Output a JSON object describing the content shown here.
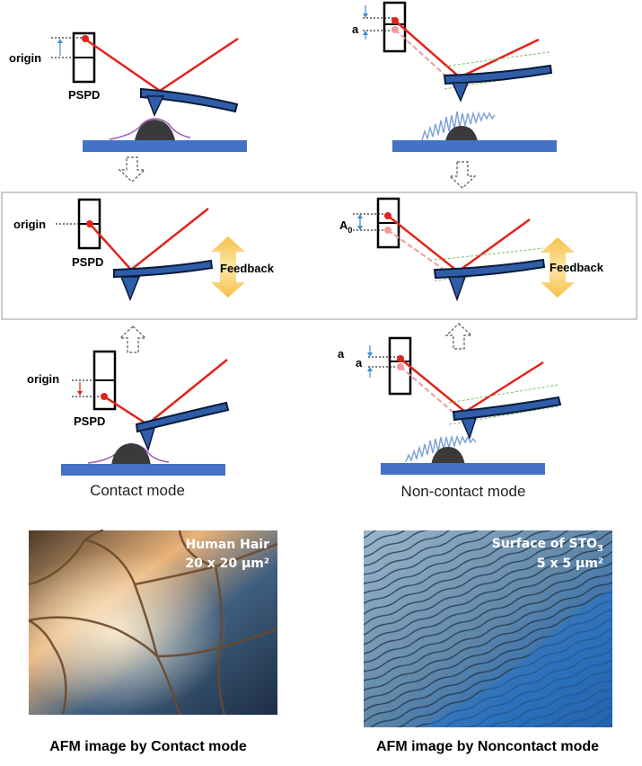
{
  "labels": {
    "origin": "origin",
    "pspd": "PSPD",
    "feedback": "Feedback",
    "a": "a",
    "a0": "A",
    "a0_sub": "0"
  },
  "modes": {
    "contact": "Contact mode",
    "noncontact": "Non-contact mode"
  },
  "images": {
    "contact_overlay_line1": "Human Hair",
    "contact_overlay_line2": "20 x 20 μm²",
    "noncontact_overlay_line1": "Surface of STO",
    "noncontact_overlay_sub": "3",
    "noncontact_overlay_line2": "5 x 5 μm²",
    "contact_caption": "AFM image by Contact mode",
    "noncontact_caption": "AFM image by Noncontact mode"
  }
}
